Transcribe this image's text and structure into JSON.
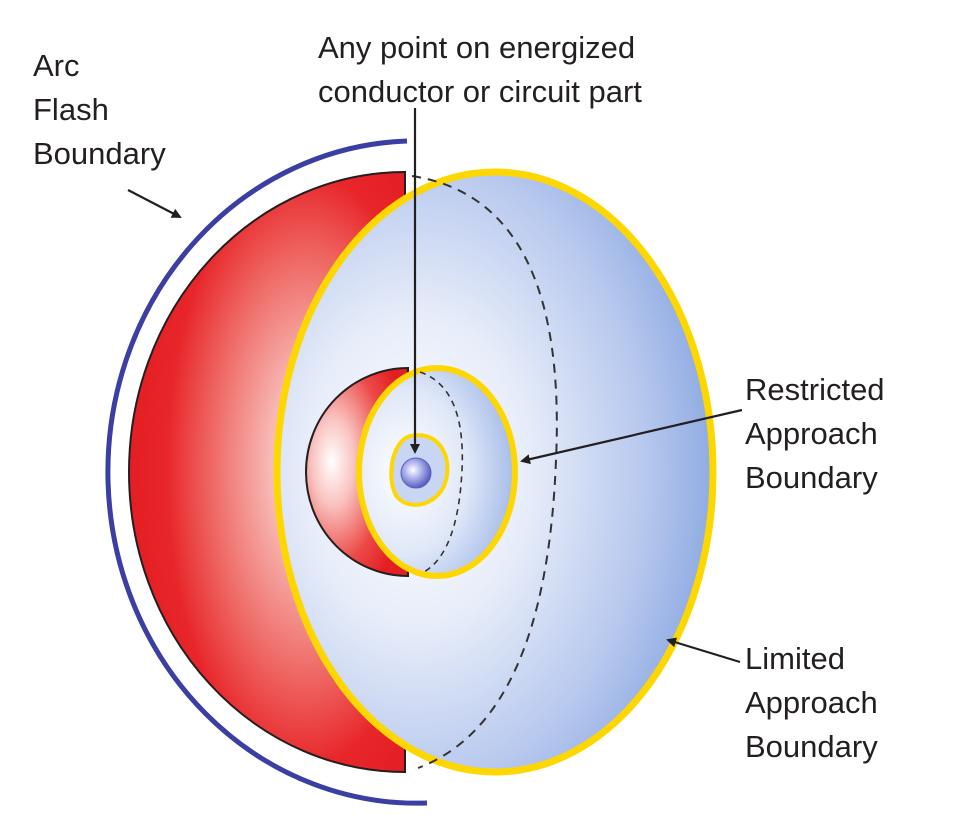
{
  "labels": {
    "arc_flash": [
      "Arc",
      "Flash",
      "Boundary"
    ],
    "energized_point": [
      "Any point on energized",
      "conductor or circuit part"
    ],
    "restricted": [
      "Restricted",
      "Approach",
      "Boundary"
    ],
    "limited": [
      "Limited",
      "Approach",
      "Boundary"
    ]
  },
  "colors": {
    "arc_flash_line": "#3b3fa3",
    "red_hemisphere": "#e8262a",
    "blue_interior": "#9db3e6",
    "yellow_rim": "#ffd700",
    "conductor": "#6a6fc8",
    "text": "#231f20"
  }
}
